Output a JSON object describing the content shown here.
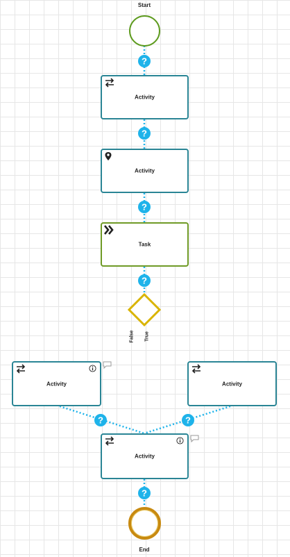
{
  "start": {
    "label": "Start"
  },
  "end": {
    "label": "End"
  },
  "nodes": [
    {
      "label": "Activity",
      "icon": "transfer-arrows"
    },
    {
      "label": "Activity",
      "icon": "map-pin"
    },
    {
      "label": "Task",
      "icon": "double-chevron"
    }
  ],
  "gateway": {
    "false_label": "False",
    "true_label": "True"
  },
  "branches": {
    "left": {
      "label": "Activity",
      "icon": "transfer-arrows"
    },
    "right": {
      "label": "Activity",
      "icon": "transfer-arrows"
    }
  },
  "merge": {
    "label": "Activity",
    "icon": "transfer-arrows"
  },
  "colors": {
    "activity_border": "#2a8595",
    "task_border": "#6f9a26",
    "start_border": "#5e9b1f",
    "gateway": "#d9b400",
    "end_border": "#c88a10",
    "connector": "#1eb3ea"
  }
}
